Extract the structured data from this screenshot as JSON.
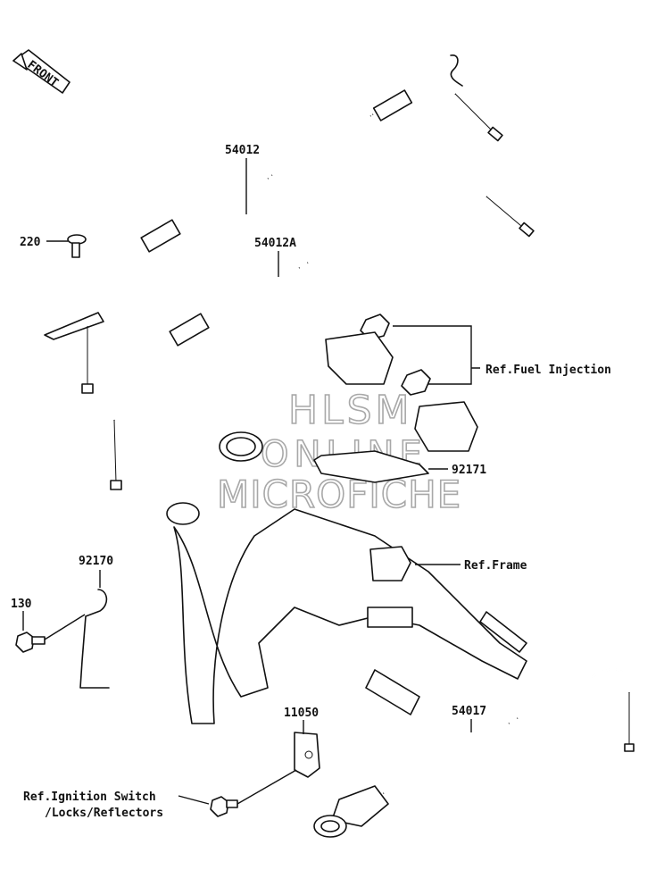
{
  "front_arrow": {
    "label": "FRONT"
  },
  "watermark": {
    "line1": "HLSM",
    "line2": "ONLINE",
    "line3": "MICROFICHE"
  },
  "parts": {
    "cable_throttle_open": "54012",
    "cable_throttle_close": "54012A",
    "screw_220": "220",
    "ref_fuel_injection": "Ref.Fuel Injection",
    "bracket_92171": "92171",
    "ref_frame": "Ref.Frame",
    "clamp_92170": "92170",
    "bolt_130": "130",
    "bracket_11050": "11050",
    "cable_choke": "54017",
    "ref_ignition_line1": "Ref.Ignition Switch",
    "ref_ignition_line2": "/Locks/Reflectors"
  }
}
